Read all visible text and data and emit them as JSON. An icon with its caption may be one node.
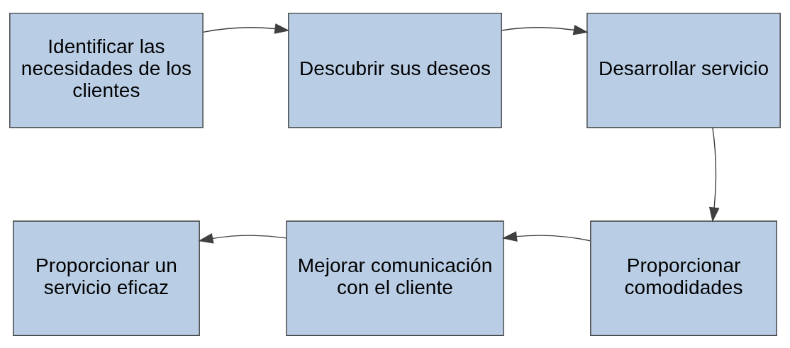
{
  "diagram": {
    "nodes": [
      {
        "text": [
          "Identificar las necesidades de los clientes"
        ]
      },
      {
        "text": [
          "Descubrir sus deseos"
        ]
      },
      {
        "text": [
          "Desarrollar servicio"
        ]
      },
      {
        "text": [
          "Proporcionar comodidades"
        ]
      },
      {
        "text": [
          "Mejorar comunicación con el cliente"
        ]
      },
      {
        "text": [
          "Proporcionar un servicio eficaz"
        ]
      }
    ],
    "edges": [
      {
        "from": 0,
        "to": 1,
        "arrow": "to"
      },
      {
        "from": 1,
        "to": 2,
        "arrow": "to"
      },
      {
        "from": 2,
        "to": 3,
        "arrow": "to"
      },
      {
        "from": 3,
        "to": 4,
        "arrow": "to"
      },
      {
        "from": 4,
        "to": 5,
        "arrow": "to"
      }
    ]
  }
}
